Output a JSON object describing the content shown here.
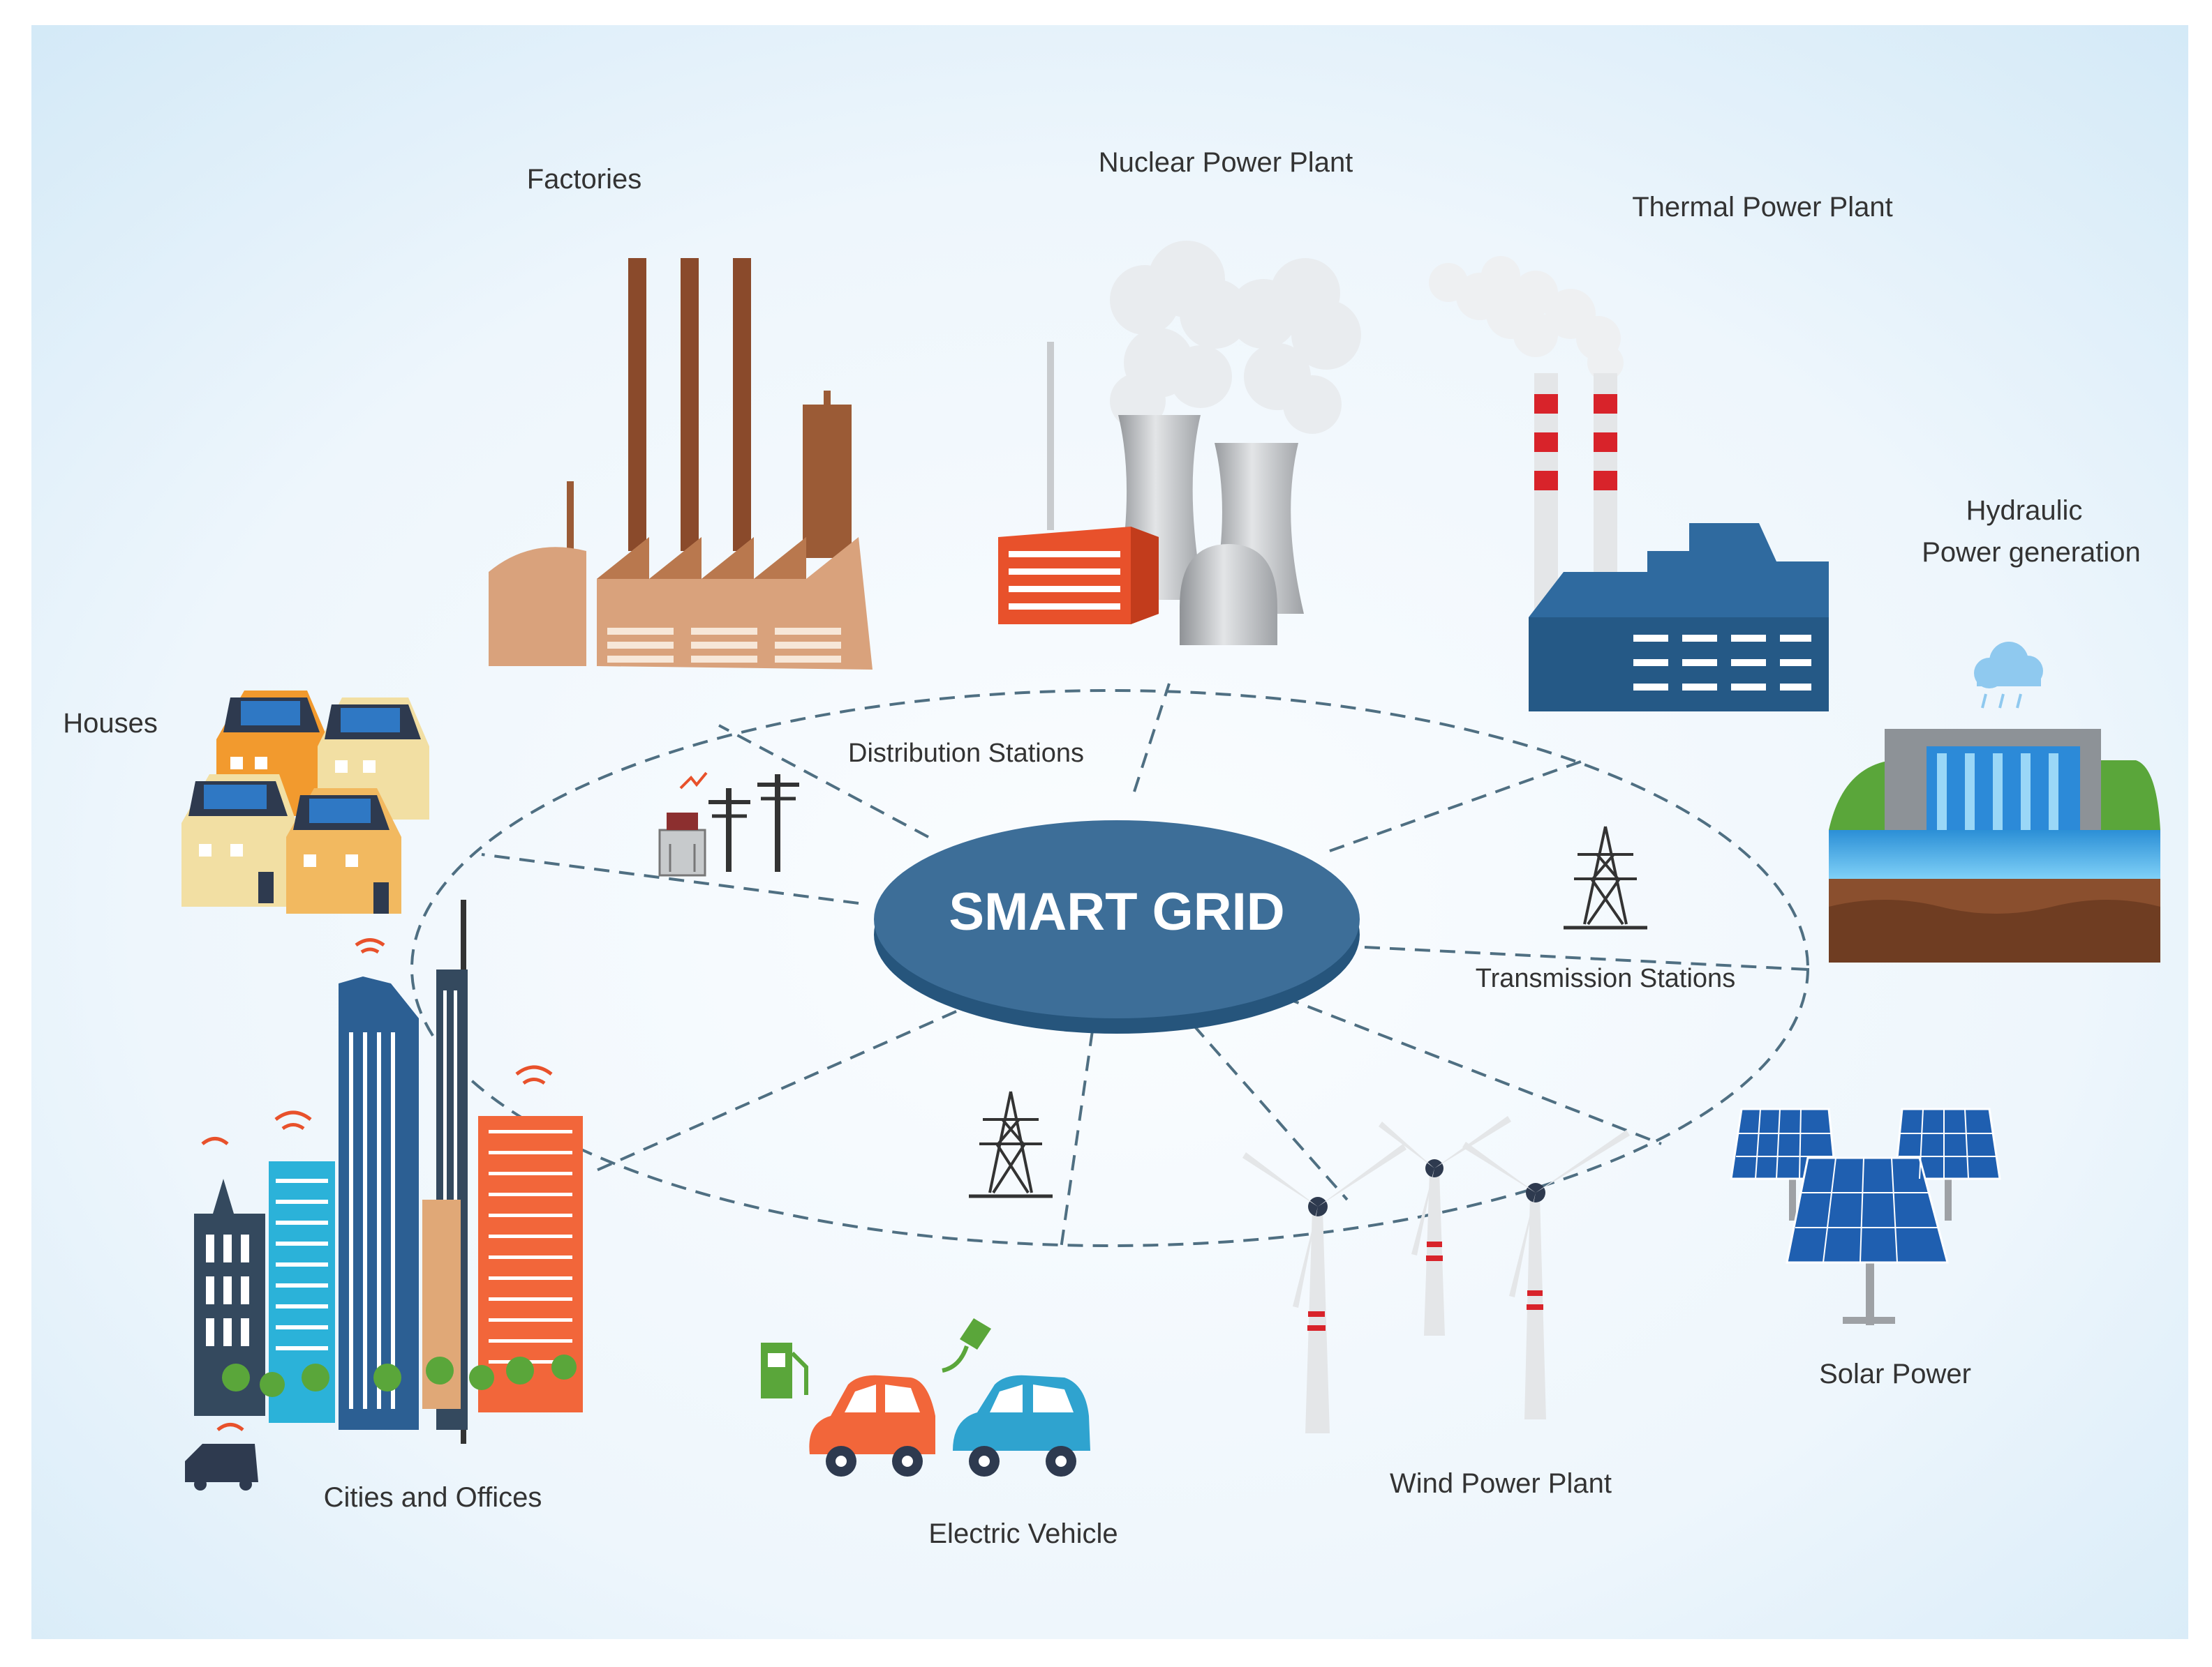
{
  "center": {
    "label": "SMART GRID"
  },
  "nodes": {
    "factories": "Factories",
    "nuclear": "Nuclear Power Plant",
    "thermal": "Thermal Power Plant",
    "hydraulic_line1": "Hydraulic",
    "hydraulic_line2": "Power generation",
    "houses": "Houses",
    "distribution": "Distribution Stations",
    "transmission": "Transmission Stations",
    "cities": "Cities and Offices",
    "electric_vehicle": "Electric Vehicle",
    "wind": "Wind Power Plant",
    "solar": "Solar Power"
  },
  "colors": {
    "background_edge": "#d6ebf8",
    "background_center": "#f7fbfe",
    "hub": "#3d6e98",
    "hub_shadow": "#26557c",
    "dash": "#4f6f82",
    "label": "#333333"
  }
}
